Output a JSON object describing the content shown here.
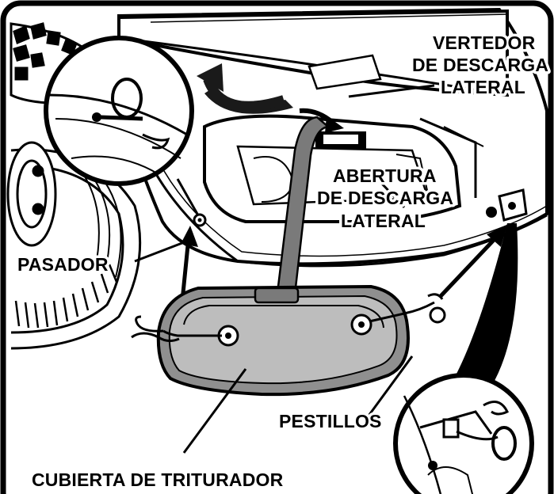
{
  "labels": {
    "chute": [
      "VERTEDOR",
      "DE DESCARGA",
      "LATERAL"
    ],
    "opening": [
      "ABERTURA",
      "DE DESCARGA",
      "LATERAL"
    ],
    "pin": "PASADOR",
    "latches": "PESTILLOS",
    "cover": "CUBIERTA DE TRITURADOR"
  },
  "colors": {
    "ink": "#000000",
    "paper": "#ffffff",
    "cover_fill": "#8f8f8f",
    "cover_light": "#bdbdbd",
    "strap": "#7a7a7a",
    "arrow": "#1a1a1a"
  }
}
